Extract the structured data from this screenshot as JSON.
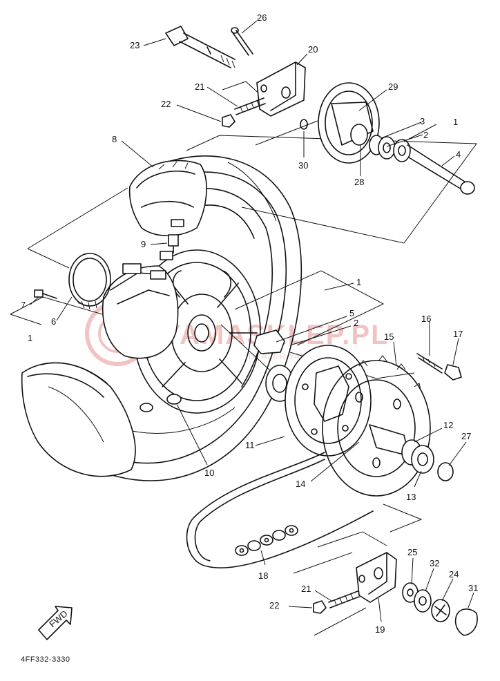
{
  "diagram": {
    "part_code": "4FF332-3330",
    "fwd_label": "FWD",
    "watermark": {
      "main": "YAMASKLEP.PL",
      "sub": "DEALER YAMAHA"
    },
    "callouts": [
      {
        "id": "c1a",
        "text": "1"
      },
      {
        "id": "c1b",
        "text": "1"
      },
      {
        "id": "c1c",
        "text": "1"
      },
      {
        "id": "c2a",
        "text": "2"
      },
      {
        "id": "c2b",
        "text": "2"
      },
      {
        "id": "c3",
        "text": "3"
      },
      {
        "id": "c4",
        "text": "4"
      },
      {
        "id": "c5",
        "text": "5"
      },
      {
        "id": "c6",
        "text": "6"
      },
      {
        "id": "c7",
        "text": "7"
      },
      {
        "id": "c8",
        "text": "8"
      },
      {
        "id": "c9",
        "text": "9"
      },
      {
        "id": "c10",
        "text": "10"
      },
      {
        "id": "c11",
        "text": "11"
      },
      {
        "id": "c12",
        "text": "12"
      },
      {
        "id": "c13",
        "text": "13"
      },
      {
        "id": "c14",
        "text": "14"
      },
      {
        "id": "c15",
        "text": "15"
      },
      {
        "id": "c16",
        "text": "16"
      },
      {
        "id": "c17",
        "text": "17"
      },
      {
        "id": "c18",
        "text": "18"
      },
      {
        "id": "c19",
        "text": "19"
      },
      {
        "id": "c20",
        "text": "20"
      },
      {
        "id": "c21a",
        "text": "21"
      },
      {
        "id": "c21b",
        "text": "21"
      },
      {
        "id": "c22a",
        "text": "22"
      },
      {
        "id": "c22b",
        "text": "22"
      },
      {
        "id": "c23",
        "text": "23"
      },
      {
        "id": "c24",
        "text": "24"
      },
      {
        "id": "c25",
        "text": "25"
      },
      {
        "id": "c26",
        "text": "26"
      },
      {
        "id": "c27",
        "text": "27"
      },
      {
        "id": "c28",
        "text": "28"
      },
      {
        "id": "c29",
        "text": "29"
      },
      {
        "id": "c30",
        "text": "30"
      },
      {
        "id": "c31",
        "text": "31"
      },
      {
        "id": "c32",
        "text": "32"
      }
    ]
  },
  "colors": {
    "line": "#111111",
    "watermark": "#f2c3c3",
    "background": "#ffffff"
  }
}
